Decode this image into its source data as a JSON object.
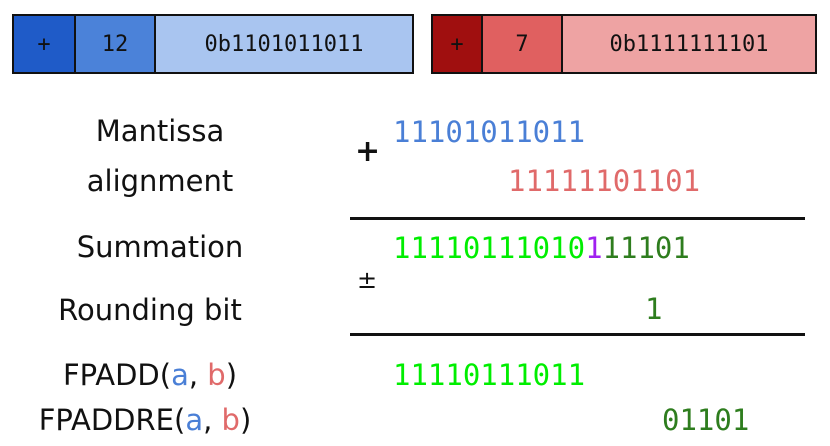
{
  "colors": {
    "blue_dark": "#1f5bc8",
    "blue_mid": "#4b82d9",
    "blue_light": "#a9c5f0",
    "red_dark": "#a00f0f",
    "red_mid": "#e06060",
    "red_light": "#eea3a3",
    "bits_blue": "#4a7fd6",
    "bits_red": "#e06a6a",
    "bits_bright_green": "#00ee00",
    "bits_dark_green": "#2e7d1e",
    "bits_purple": "#a020f0"
  },
  "operand_a": {
    "sign": "+",
    "exponent": "12",
    "mantissa": "0b1101011011"
  },
  "operand_b": {
    "sign": "+",
    "exponent": "7",
    "mantissa": "0b1111111101"
  },
  "labels": {
    "mantissa": "Mantissa",
    "alignment": "alignment",
    "summation": "Summation",
    "rounding_bit": "Rounding bit",
    "fpadd_prefix": "FPADD(",
    "fpaddre_prefix": "FPADDRE(",
    "arg_a": "a",
    "sep": ", ",
    "arg_b": "b",
    "close": ")"
  },
  "operators": {
    "plus": "+",
    "plus_minus": "±"
  },
  "bits": {
    "aligned_a": "11101011011",
    "aligned_b": "11111101101",
    "sum_green": "1111011101",
    "sum_purple": "0",
    "sum_purple_bit": "1",
    "sum_dark": "11101",
    "rounding_bit": "1",
    "fpadd_result": "11110111011",
    "fpaddre_result": "01101"
  }
}
